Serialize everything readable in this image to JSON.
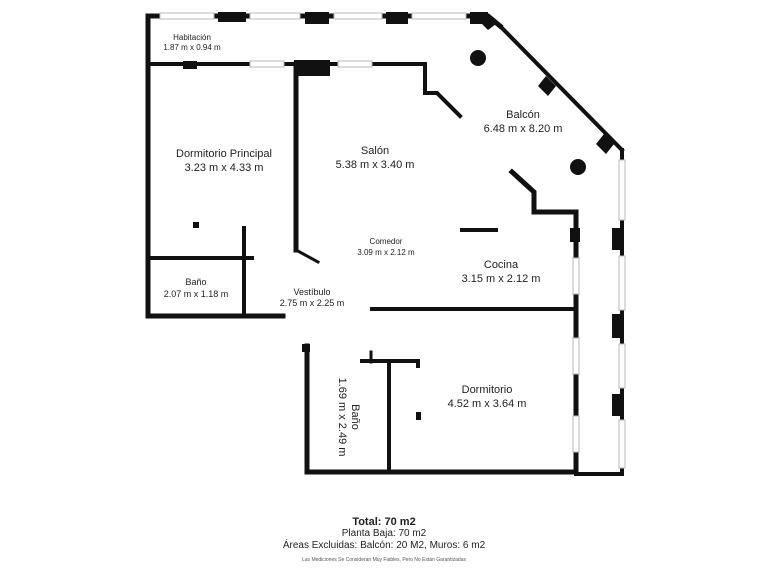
{
  "rooms": {
    "habitacion": {
      "name": "Habitación",
      "size": "1.87 m x 0.94 m"
    },
    "dormitorio_principal": {
      "name": "Dormitorio Principal",
      "size": "3.23 m x 4.33 m"
    },
    "salon": {
      "name": "Salón",
      "size": "5.38 m x 3.40 m"
    },
    "balcon": {
      "name": "Balcón",
      "size": "6.48 m x 8.20 m"
    },
    "comedor": {
      "name": "Comedor",
      "size": "3.09 m x 2.12 m"
    },
    "cocina": {
      "name": "Cocina",
      "size": "3.15 m x 2.12 m"
    },
    "bano_1": {
      "name": "Baño",
      "size": "2.07 m x 1.18 m"
    },
    "vestibulo": {
      "name": "Vestíbulo",
      "size": "2.75 m x 2.25 m"
    },
    "dormitorio": {
      "name": "Dormitorio",
      "size": "4.52 m x 3.64 m"
    },
    "bano_2": {
      "name": "Baño",
      "size": "1.69 m x 2.49 m"
    }
  },
  "summary": {
    "total": "Total: 70 m2",
    "planta": "Planta Baja: 70 m2",
    "areas": "Áreas Excluidas: Balcón: 20 M2, Muros: 6 m2",
    "disclaimer": "Las Mediciones Se Consideran Muy Fiables, Pero No Están Garantizadas"
  },
  "colors": {
    "wall": "#111111",
    "window": "#b9b9b9",
    "text": "#222222"
  }
}
